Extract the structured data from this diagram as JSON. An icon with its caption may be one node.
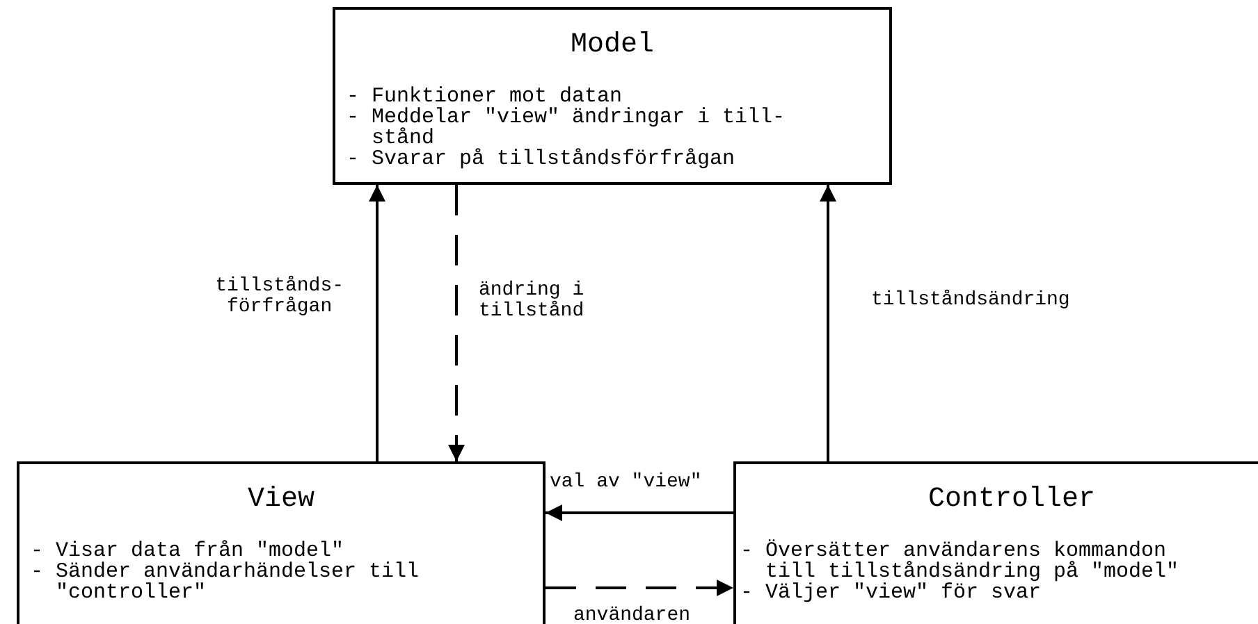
{
  "diagram": {
    "nodes": [
      {
        "text": [
          "Model",
          "- Funktioner mot datan",
          "- Meddelar \"view\" ändringar i till- stånd",
          "- Svarar på tillståndsförfrågan"
        ]
      },
      {
        "text": [
          "View",
          "- Visar data från \"model\"",
          "- Sänder användarhändelser till \"controller\""
        ]
      },
      {
        "text": [
          "Controller",
          "- Översätter användarens kommandon till tillståndsändring på \"model\"",
          "- Väljer \"view\" för svar"
        ]
      }
    ],
    "edges": [
      {
        "from": 1,
        "to": 0,
        "arrow": "to",
        "label": "tillstånds- förfrågan"
      },
      {
        "from": 0,
        "to": 1,
        "arrow": "to",
        "style": "dashed",
        "label": "ändring i tillstånd"
      },
      {
        "from": 2,
        "to": 0,
        "arrow": "to",
        "label": "tillståndsändring"
      },
      {
        "from": 2,
        "to": 1,
        "arrow": "to",
        "label": "val av \"view\""
      },
      {
        "from": 1,
        "to": 2,
        "arrow": "to",
        "style": "dashed",
        "label": "användaren"
      }
    ]
  }
}
